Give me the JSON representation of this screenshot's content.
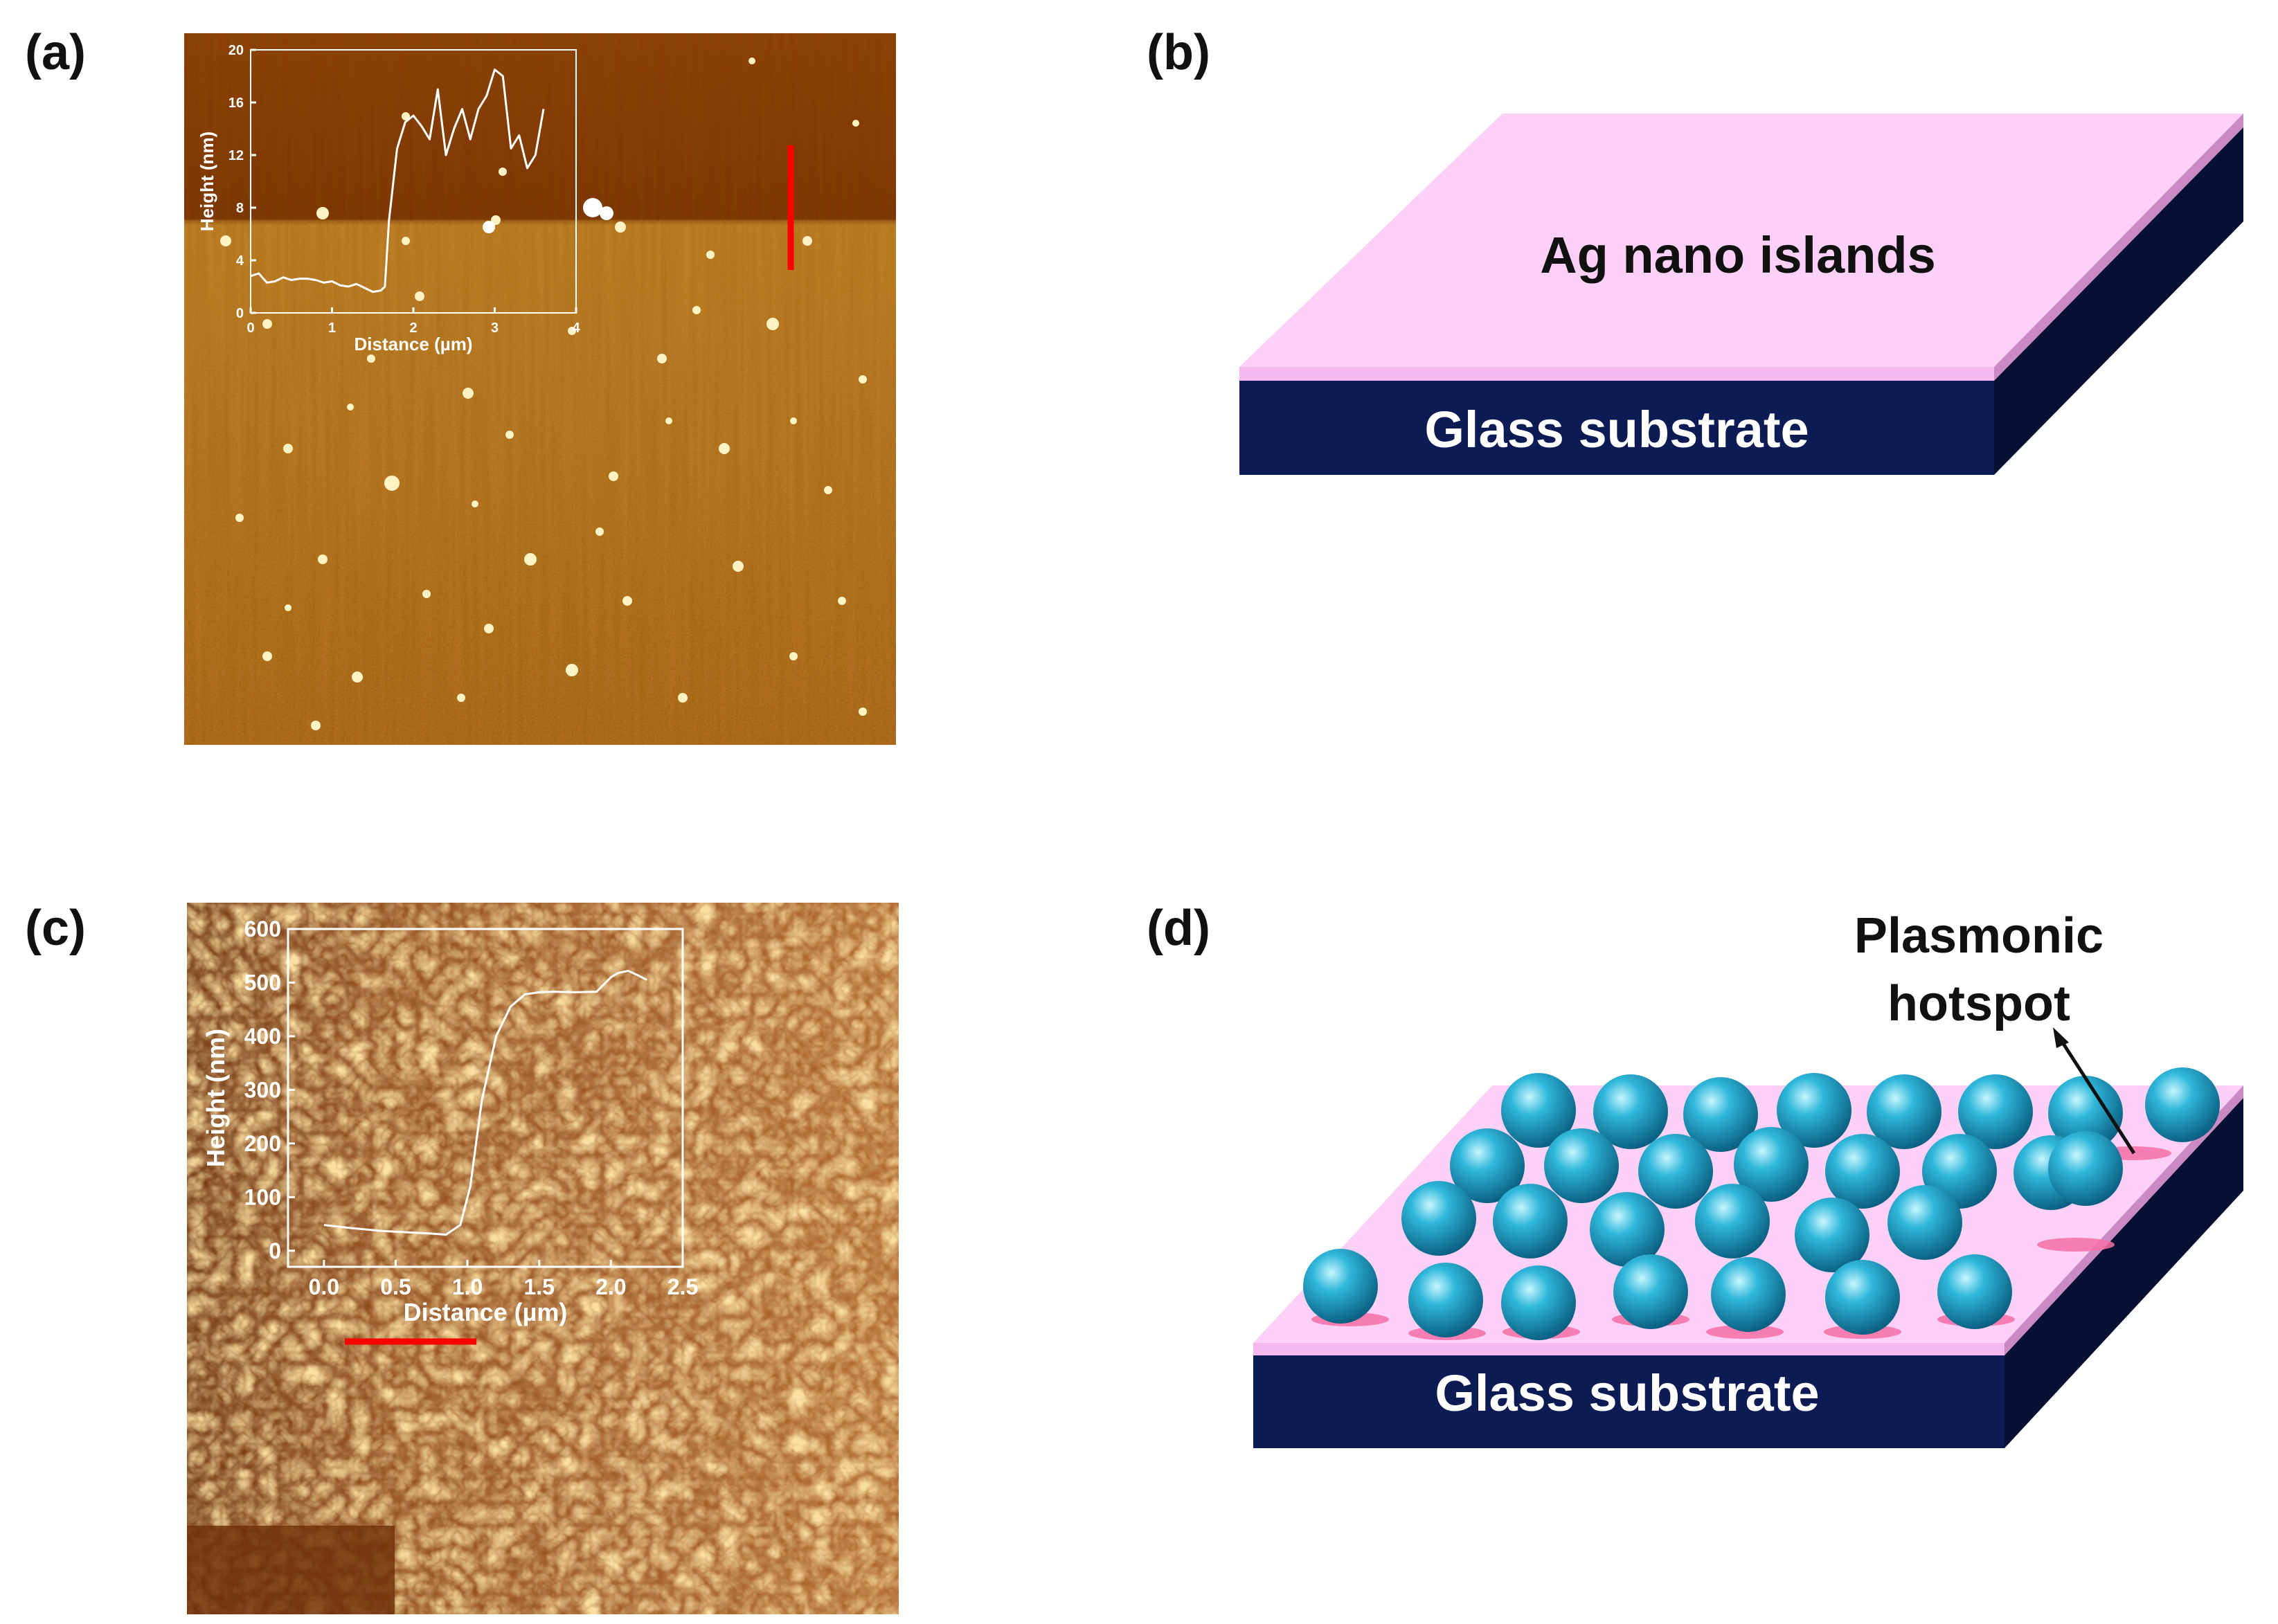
{
  "panels": {
    "a": {
      "label": "(a)"
    },
    "b": {
      "label": "(b)"
    },
    "c": {
      "label": "(c)"
    },
    "d": {
      "label": "(d)"
    }
  },
  "chart_data": [
    {
      "panel": "a",
      "type": "line",
      "xlabel": "Distance (µm)",
      "ylabel": "Height (nm)",
      "xlim": [
        0,
        4
      ],
      "ylim": [
        0,
        20
      ],
      "xticks": [
        0,
        1,
        2,
        3,
        4
      ],
      "yticks": [
        0,
        4,
        8,
        12,
        16,
        20
      ],
      "line_color": "#ffffff",
      "series": [
        {
          "x": [
            0.0,
            0.1,
            0.2,
            0.3,
            0.4,
            0.5,
            0.6,
            0.7,
            0.8,
            0.9,
            1.0,
            1.1,
            1.2,
            1.3,
            1.4,
            1.5,
            1.6,
            1.65,
            1.7,
            1.8,
            1.9,
            2.0,
            2.1,
            2.2,
            2.3,
            2.4,
            2.5,
            2.6,
            2.7,
            2.8,
            2.9,
            3.0,
            3.1,
            3.2,
            3.3,
            3.4,
            3.5,
            3.6
          ],
          "y": [
            2.8,
            3.0,
            2.3,
            2.4,
            2.7,
            2.5,
            2.6,
            2.6,
            2.5,
            2.3,
            2.4,
            2.1,
            2.0,
            2.2,
            1.9,
            1.6,
            1.7,
            2.0,
            7.0,
            12.5,
            14.5,
            15.0,
            14.2,
            13.2,
            17.0,
            12.0,
            14.0,
            15.5,
            13.2,
            15.5,
            16.5,
            18.5,
            18.0,
            12.5,
            13.5,
            11.0,
            12.0,
            15.5
          ]
        }
      ]
    },
    {
      "panel": "c",
      "type": "line",
      "xlabel": "Distance (µm)",
      "ylabel": "Height (nm)",
      "xlim": [
        -0.25,
        2.5
      ],
      "ylim": [
        -30,
        600
      ],
      "xticks": [
        "0.0",
        "0.5",
        "1.0",
        "1.5",
        "2.0",
        "2.5"
      ],
      "yticks": [
        "0",
        "100",
        "200",
        "300",
        "400",
        "500",
        "600"
      ],
      "line_color": "#ffffff",
      "series": [
        {
          "x": [
            0.0,
            0.2,
            0.4,
            0.6,
            0.75,
            0.85,
            0.95,
            1.02,
            1.1,
            1.2,
            1.3,
            1.4,
            1.5,
            1.6,
            1.75,
            1.9,
            2.0,
            2.05,
            2.12,
            2.2,
            2.25
          ],
          "y": [
            48,
            42,
            37,
            34,
            32,
            30,
            48,
            120,
            280,
            400,
            455,
            478,
            482,
            483,
            482,
            483,
            510,
            518,
            522,
            512,
            505
          ]
        }
      ]
    }
  ],
  "diagram_b": {
    "top_label": "Ag nano islands",
    "substrate_label": "Glass substrate",
    "film_color": "#fcd0f7",
    "film_side_color": "#c98ac3",
    "substrate_color": "#0d1b55",
    "substrate_side_color": "#071033"
  },
  "diagram_d": {
    "hotspot_label_line1": "Plasmonic",
    "hotspot_label_line2": "hotspot",
    "substrate_label": "Glass substrate",
    "sphere_color": "#1aa3c7",
    "hotspot_color": "#f56ea6"
  },
  "afm_a": {
    "scan_marker_color": "#ff0000",
    "palette": [
      "#3d1400",
      "#8a3e00",
      "#c77a1a",
      "#ffe9a8"
    ]
  },
  "afm_c": {
    "scan_marker_color": "#ff0000",
    "palette": [
      "#5a2200",
      "#a9561a",
      "#e6a24a",
      "#fff0c0"
    ]
  }
}
